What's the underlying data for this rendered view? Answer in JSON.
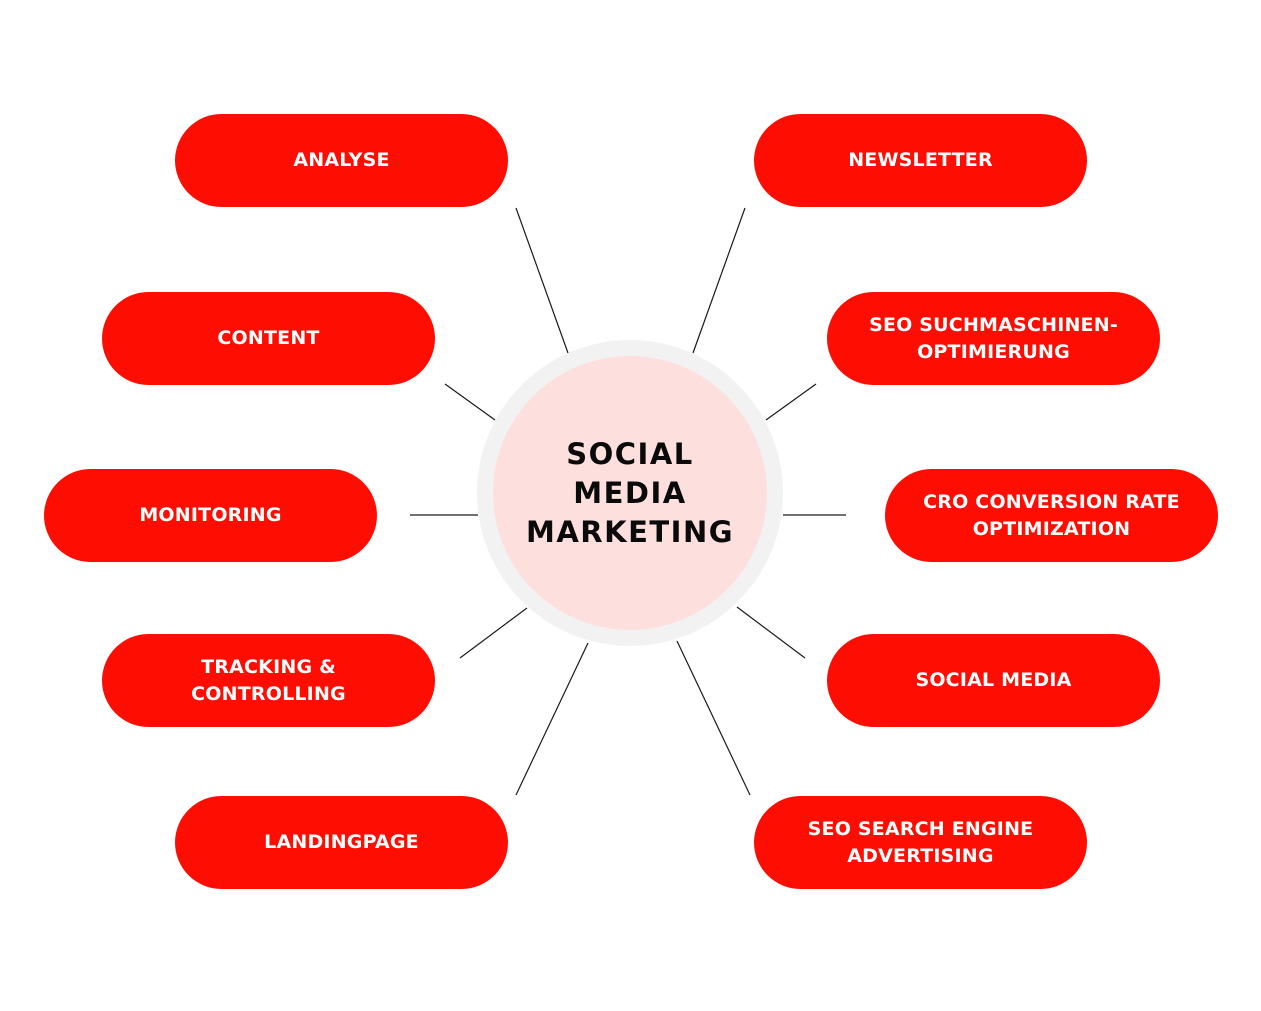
{
  "center": {
    "lines": [
      "SOCIAL",
      "MEDIA",
      "MARKETING"
    ]
  },
  "left_nodes": [
    {
      "lines": [
        "ANALYSE"
      ]
    },
    {
      "lines": [
        "CONTENT"
      ]
    },
    {
      "lines": [
        "MONITORING"
      ]
    },
    {
      "lines": [
        "TRACKING &",
        "CONTROLLING"
      ]
    },
    {
      "lines": [
        "LANDINGPAGE"
      ]
    }
  ],
  "right_nodes": [
    {
      "lines": [
        "NEWSLETTER"
      ]
    },
    {
      "lines": [
        "SEO SUCHMASCHINEN-",
        "OPTIMIERUNG"
      ]
    },
    {
      "lines": [
        "CRO CONVERSION RATE",
        "OPTIMIZATION"
      ]
    },
    {
      "lines": [
        "SOCIAL MEDIA"
      ]
    },
    {
      "lines": [
        "SEO SEARCH ENGINE",
        "ADVERTISING"
      ]
    }
  ],
  "colors": {
    "pill": "#fe0d02",
    "pill_text": "#ffffff",
    "center_fill": "#fde0de",
    "center_ring": "#f2f2f2",
    "center_text": "#0a0a0a",
    "connector": "#1a1a1a"
  }
}
